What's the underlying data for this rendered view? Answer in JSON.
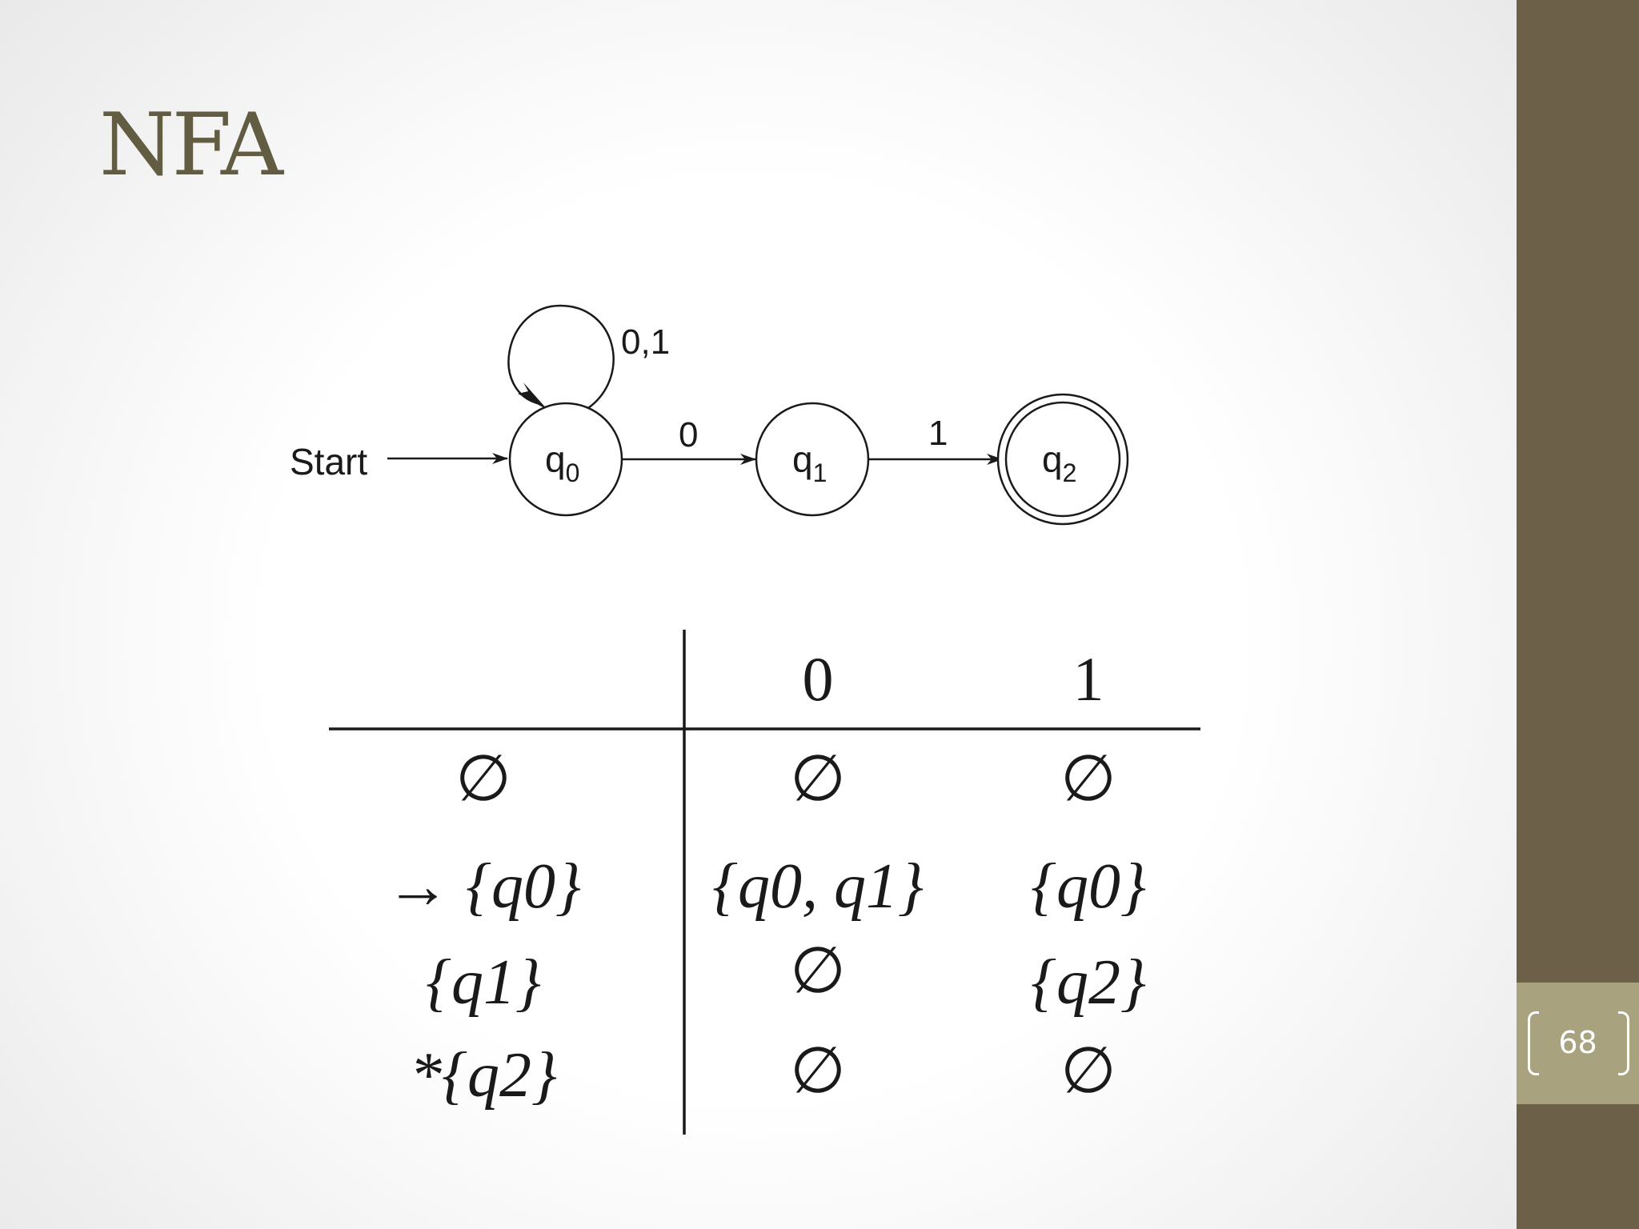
{
  "slide": {
    "title": "NFA",
    "page_number": "68"
  },
  "diagram": {
    "start_label": "Start",
    "states": [
      {
        "id": "q0",
        "base": "q",
        "sub": "0",
        "accepting": false
      },
      {
        "id": "q1",
        "base": "q",
        "sub": "1",
        "accepting": false
      },
      {
        "id": "q2",
        "base": "q",
        "sub": "2",
        "accepting": true
      }
    ],
    "transitions": [
      {
        "from": "q0",
        "to": "q0",
        "label": "0,1"
      },
      {
        "from": "q0",
        "to": "q1",
        "label": "0"
      },
      {
        "from": "q1",
        "to": "q2",
        "label": "1"
      }
    ]
  },
  "table": {
    "columns": [
      "0",
      "1"
    ],
    "rows": [
      {
        "state": "∅",
        "on0": "∅",
        "on1": "∅"
      },
      {
        "state": "→ {q0}",
        "on0": "{q0, q1}",
        "on1": "{q0}"
      },
      {
        "state": "{q1}",
        "on0": "∅",
        "on1": "{q2}"
      },
      {
        "state": "*{q2}",
        "on0": "∅",
        "on1": "∅"
      }
    ]
  },
  "colors": {
    "title": "#625c42",
    "sidebar": "#6d6049",
    "page_box": "#a8a27e",
    "ink": "#1a1a1a"
  }
}
